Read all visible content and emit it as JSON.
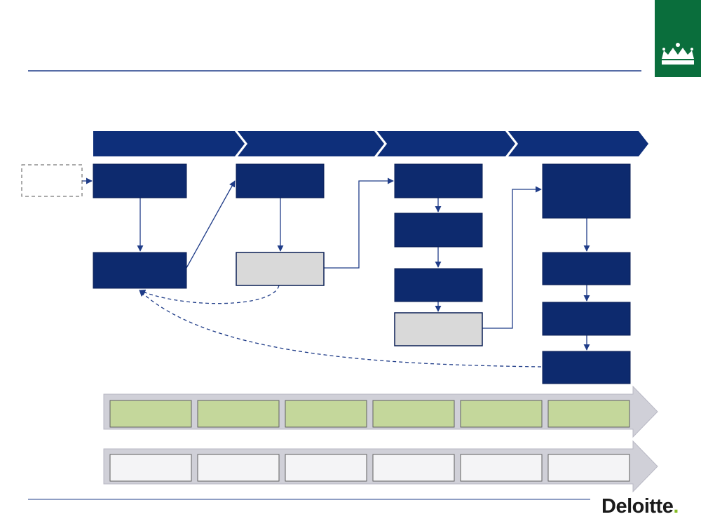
{
  "slide": {
    "title": ""
  },
  "colors": {
    "navy": "#0d2a6e",
    "navy_border": "#0a1f55",
    "phase_bar": "#0e2f7a",
    "grey_box": "#d9d9d9",
    "green_cell": "#c4d79b",
    "white_cell": "#f4f4f6",
    "band_fill": "#d0d0d8",
    "crest_green": "#0a6e3c",
    "deloitte_dot": "#86bc25"
  },
  "logos": {
    "brand_name": "Deloitte",
    "brand_dot": ".",
    "crest_icon": "crown-icon"
  },
  "phases": [
    "",
    "",
    "",
    ""
  ],
  "process_boxes": {
    "p1": "",
    "p2": "",
    "p3": "",
    "p4": "",
    "p5": "",
    "p6": "",
    "p7": "",
    "p8": "",
    "p9": "",
    "p10": "",
    "p11": "",
    "p12": "",
    "p13": "",
    "p14": ""
  },
  "bands": [
    {
      "style": "green",
      "cells": [
        "",
        "",
        "",
        "",
        "",
        ""
      ]
    },
    {
      "style": "white",
      "cells": [
        "",
        "",
        "",
        "",
        "",
        ""
      ]
    }
  ]
}
